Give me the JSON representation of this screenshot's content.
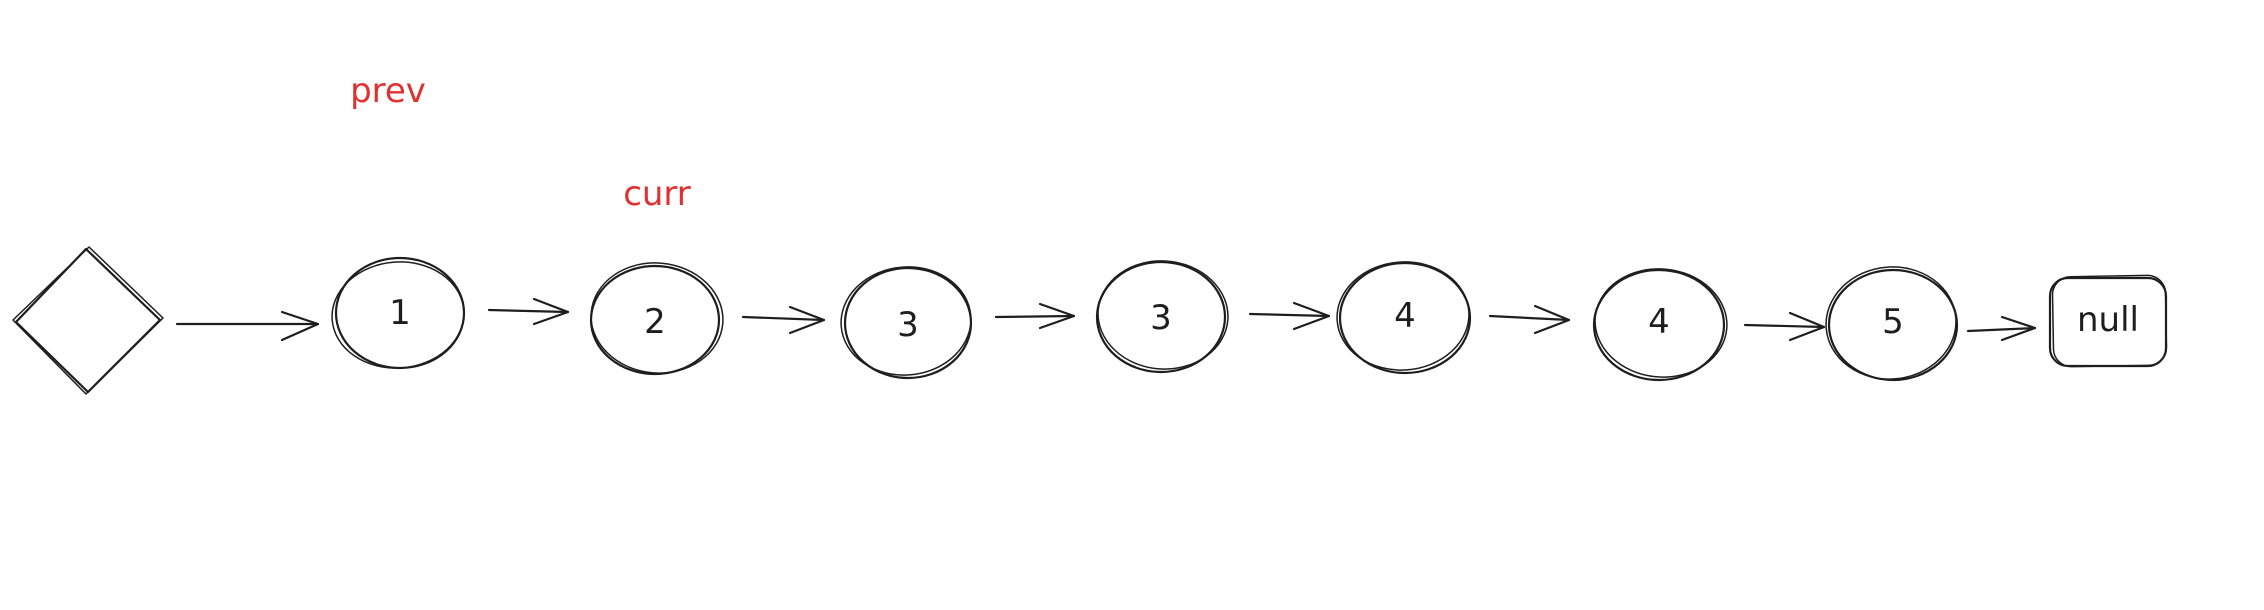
{
  "diagram": {
    "title": "",
    "head": {
      "shape": "diamond",
      "label": ""
    },
    "nodes": [
      {
        "label": "1",
        "shape": "circle"
      },
      {
        "label": "2",
        "shape": "circle"
      },
      {
        "label": "3",
        "shape": "circle"
      },
      {
        "label": "3",
        "shape": "circle"
      },
      {
        "label": "4",
        "shape": "circle"
      },
      {
        "label": "4",
        "shape": "circle"
      },
      {
        "label": "5",
        "shape": "circle"
      },
      {
        "label": "null",
        "shape": "rounded-rect"
      }
    ],
    "pointers": [
      {
        "label": "prev",
        "target_node_index": 0,
        "color": "#e03131"
      },
      {
        "label": "curr",
        "target_node_index": 1,
        "color": "#e03131"
      }
    ],
    "edge_color": "#1e1e1e",
    "node_stroke_color": "#1e1e1e"
  }
}
